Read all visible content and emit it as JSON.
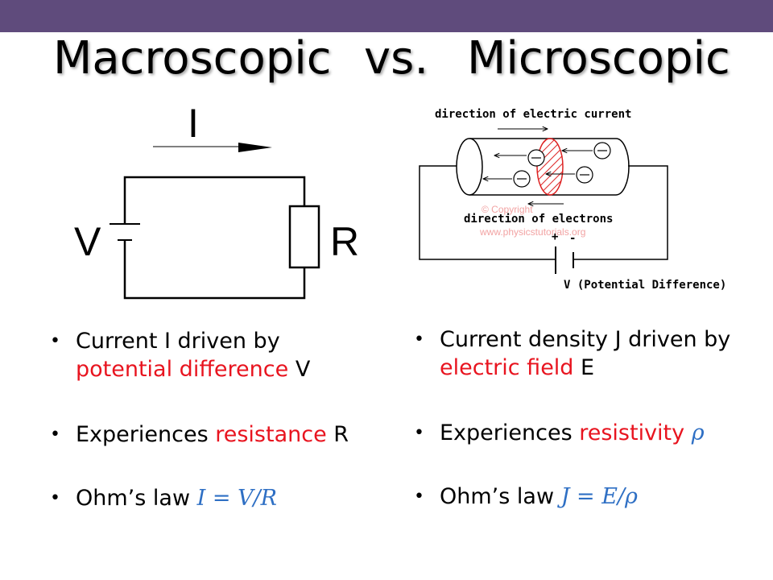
{
  "header": {
    "accent_color": "#5f4b7c",
    "title_left": "Macroscopic",
    "title_mid": "vs.",
    "title_right": "Microscopic"
  },
  "left_circuit": {
    "current_label": "I",
    "voltage_label": "V",
    "resistance_label": "R"
  },
  "right_diagram": {
    "current_label": "direction of electric current",
    "electron_label": "direction of  electrons",
    "plus_label": "+",
    "minus_label": "-",
    "potential_label": "V (Potential Difference)",
    "watermark_copyright": "© Copyright",
    "watermark_site": "www.physicstutorials.org"
  },
  "left_bullets": [
    {
      "plain1": "Current I driven by",
      "red": "potential difference",
      "plain2": " V"
    },
    {
      "plain1": "Experiences ",
      "red": "resistance",
      "plain2": " R"
    },
    {
      "plain1": "Ohm’s law  ",
      "math": "I = V/R"
    }
  ],
  "right_bullets": [
    {
      "plain1": "Current density J driven by ",
      "red": "electric field",
      "plain2": " E"
    },
    {
      "plain1": "Experiences ",
      "red": "resistivity",
      "math": " ρ"
    },
    {
      "plain1": "Ohm’s law  ",
      "math": "J = E/ρ"
    }
  ],
  "colors": {
    "highlight_red": "#e8141f",
    "math_blue": "#2e6fc4"
  }
}
